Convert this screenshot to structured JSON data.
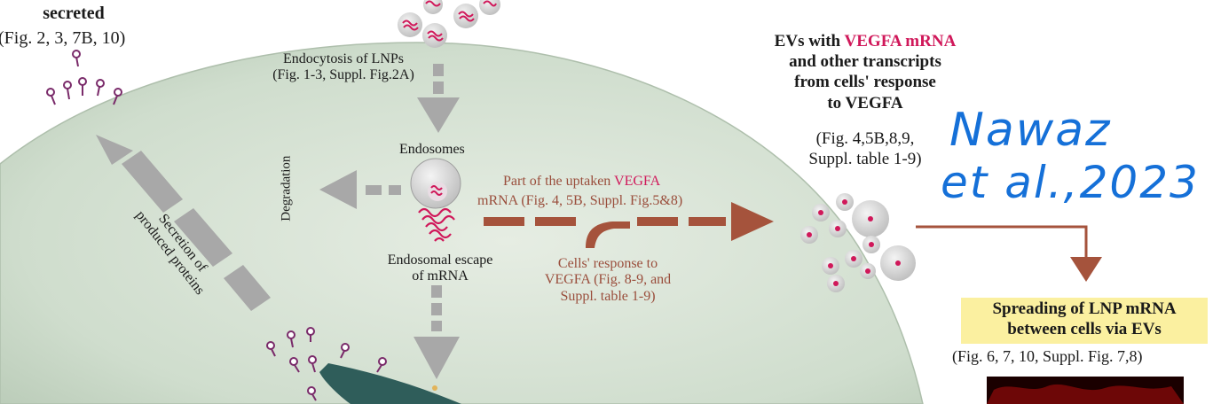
{
  "labels": {
    "top_left_secreted": "secreted",
    "top_left_refs": "(Fig. 2, 3, 7B, 10)",
    "endocytosis_line1": "Endocytosis of LNPs",
    "endocytosis_line2": "(Fig. 1-3, Suppl. Fig.2A)",
    "endosomes": "Endosomes",
    "degradation": "Degradation",
    "secretion_line1": "Secretion of",
    "secretion_line2": "produced proteins",
    "escape_line1": "Endosomal escape",
    "escape_line2": "of mRNA",
    "uptaken_prefix": "Part of the uptaken ",
    "uptaken_vegfa": "VEGFA",
    "uptaken_line2": "mRNA (Fig. 4, 5B, Suppl. Fig.5&8)",
    "response_line1": "Cells' response to",
    "response_line2": "VEGFA (Fig. 8-9, and",
    "response_line3": "Suppl. table 1-9)",
    "evs_prefix": "EVs with ",
    "evs_vegfa": "VEGFA mRNA",
    "evs_line2": "and other transcripts",
    "evs_line3": "from cells' response",
    "evs_line4": "to VEGFA",
    "evs_refs1": "(Fig. 4,5B,8,9,",
    "evs_refs2": "Suppl. table 1-9)",
    "spreading_line1": "Spreading of LNP mRNA",
    "spreading_line2": "between cells via EVs",
    "spreading_refs": "(Fig. 6, 7, 10, Suppl. Fig. 7,8)"
  },
  "handwriting": {
    "line1": "Nawaz",
    "line2": "et al.,2023"
  },
  "colors": {
    "cell_fill": "#c9d8c8",
    "arrow_gray": "#a8a8a8",
    "arrow_brown": "#a5533c",
    "mrna_pink": "#d0185a",
    "highlight": "#fbf0a0",
    "handwriting": "#1570d8",
    "golgi": "#2f5d5a"
  }
}
